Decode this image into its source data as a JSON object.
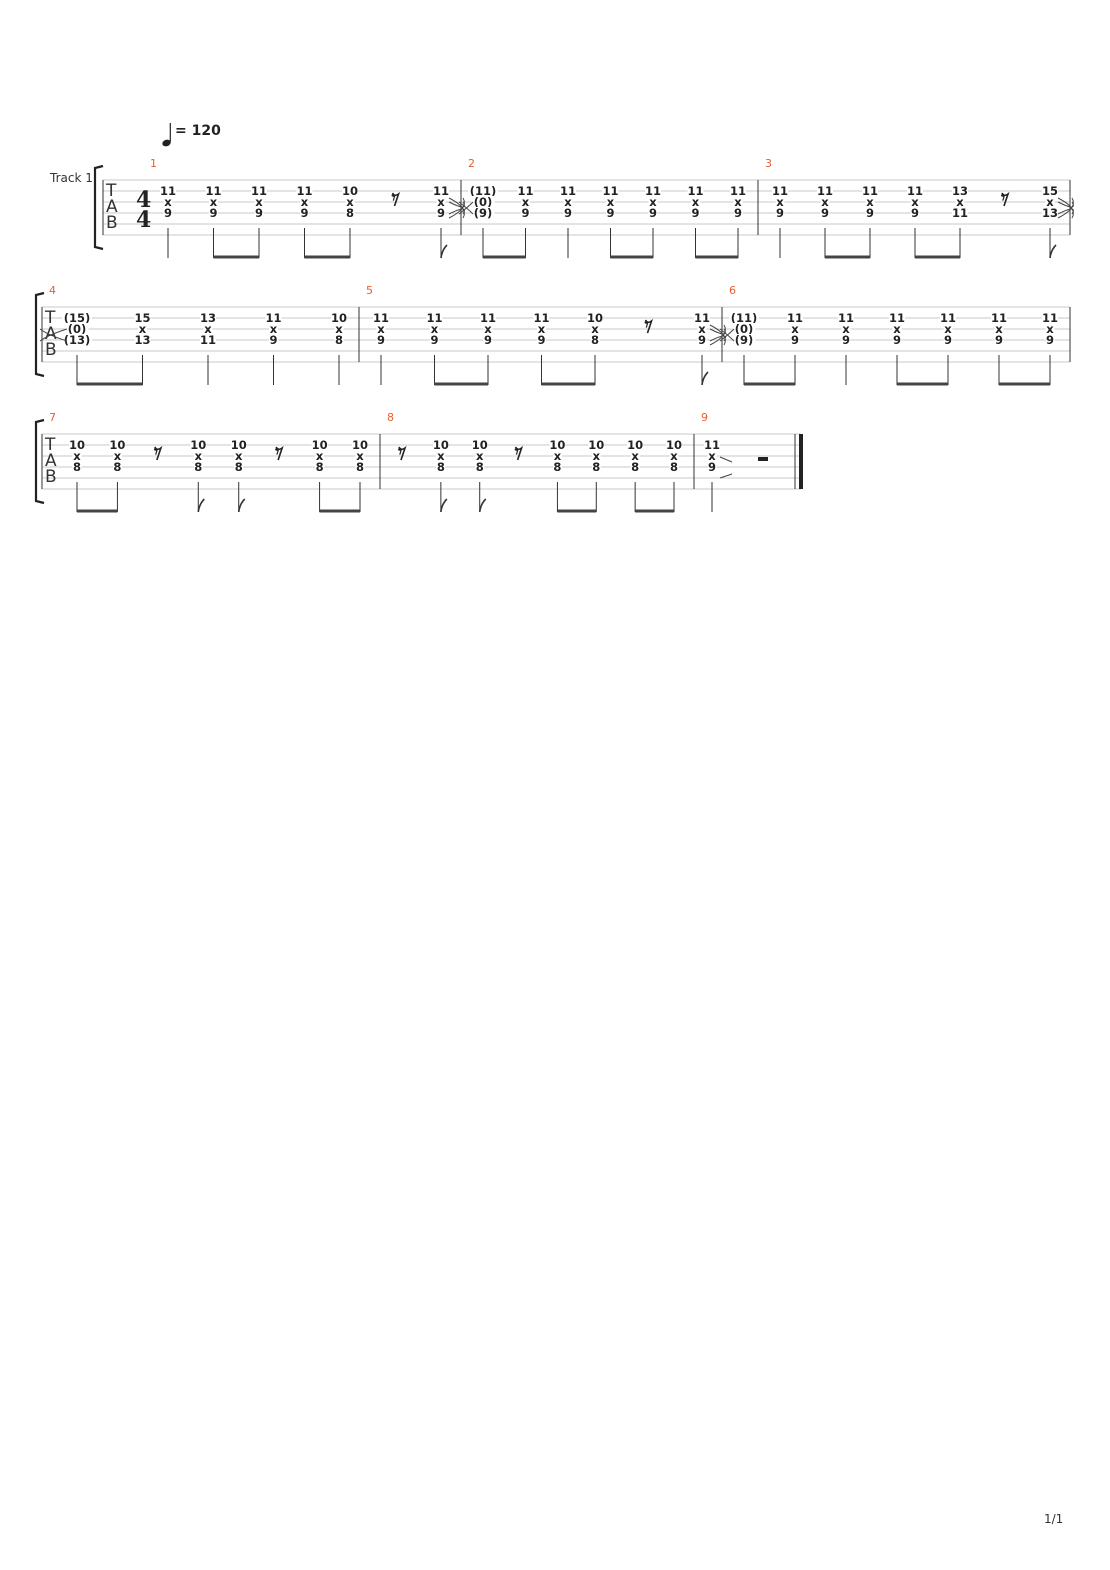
{
  "tempo": {
    "bpm": "120",
    "label": "= 120"
  },
  "track": {
    "name": "Track 1"
  },
  "time_signature": {
    "numerator": "4",
    "denominator": "4"
  },
  "tab_clef": [
    "T",
    "A",
    "B"
  ],
  "page_number": "1/1",
  "systems": [
    {
      "measures": [
        1,
        2,
        3
      ]
    },
    {
      "measures": [
        4,
        5,
        6
      ]
    },
    {
      "measures": [
        7,
        8,
        9
      ],
      "final_barline": true
    }
  ],
  "measures": [
    {
      "number": "1",
      "notes": [
        {
          "top": "11",
          "mid": "x",
          "bot": "9",
          "stem": "q"
        },
        {
          "top": "11",
          "mid": "x",
          "bot": "9",
          "stem": "b0"
        },
        {
          "top": "11",
          "mid": "x",
          "bot": "9",
          "stem": "b1"
        },
        {
          "top": "11",
          "mid": "x",
          "bot": "9",
          "stem": "b0"
        },
        {
          "top": "10",
          "mid": "x",
          "bot": "8",
          "stem": "b1"
        },
        {
          "rest": "eighth"
        },
        {
          "top": "11",
          "mid": "x",
          "bot": "9",
          "stem": "f",
          "slide_out": true
        }
      ]
    },
    {
      "number": "2",
      "notes": [
        {
          "top": "(11)",
          "mid": "(0)",
          "bot": "(9)",
          "stem": "b0",
          "slide_in": true
        },
        {
          "top": "11",
          "mid": "x",
          "bot": "9",
          "stem": "b1"
        },
        {
          "top": "11",
          "mid": "x",
          "bot": "9",
          "stem": "q"
        },
        {
          "top": "11",
          "mid": "x",
          "bot": "9",
          "stem": "b0"
        },
        {
          "top": "11",
          "mid": "x",
          "bot": "9",
          "stem": "b1"
        },
        {
          "top": "11",
          "mid": "x",
          "bot": "9",
          "stem": "b0"
        },
        {
          "top": "11",
          "mid": "x",
          "bot": "9",
          "stem": "b1"
        }
      ]
    },
    {
      "number": "3",
      "notes": [
        {
          "top": "11",
          "mid": "x",
          "bot": "9",
          "stem": "q"
        },
        {
          "top": "11",
          "mid": "x",
          "bot": "9",
          "stem": "b0"
        },
        {
          "top": "11",
          "mid": "x",
          "bot": "9",
          "stem": "b1"
        },
        {
          "top": "11",
          "mid": "x",
          "bot": "9",
          "stem": "b0"
        },
        {
          "top": "13",
          "mid": "x",
          "bot": "11",
          "stem": "b1"
        },
        {
          "rest": "eighth"
        },
        {
          "top": "15",
          "mid": "x",
          "bot": "13",
          "stem": "f",
          "slide_out": true
        }
      ]
    },
    {
      "number": "4",
      "notes": [
        {
          "top": "(15)",
          "mid": "(0)",
          "bot": "(13)",
          "stem": "b0",
          "slide_in": true
        },
        {
          "top": "15",
          "mid": "x",
          "bot": "13",
          "stem": "b1"
        },
        {
          "top": "13",
          "mid": "x",
          "bot": "11",
          "stem": "q"
        },
        {
          "top": "11",
          "mid": "x",
          "bot": "9",
          "stem": "q"
        },
        {
          "top": "10",
          "mid": "x",
          "bot": "8",
          "stem": "q"
        }
      ]
    },
    {
      "number": "5",
      "notes": [
        {
          "top": "11",
          "mid": "x",
          "bot": "9",
          "stem": "q"
        },
        {
          "top": "11",
          "mid": "x",
          "bot": "9",
          "stem": "b0"
        },
        {
          "top": "11",
          "mid": "x",
          "bot": "9",
          "stem": "b1"
        },
        {
          "top": "11",
          "mid": "x",
          "bot": "9",
          "stem": "b0"
        },
        {
          "top": "10",
          "mid": "x",
          "bot": "8",
          "stem": "b1"
        },
        {
          "rest": "eighth"
        },
        {
          "top": "11",
          "mid": "x",
          "bot": "9",
          "stem": "f",
          "slide_out": true
        }
      ]
    },
    {
      "number": "6",
      "notes": [
        {
          "top": "(11)",
          "mid": "(0)",
          "bot": "(9)",
          "stem": "b0",
          "slide_in": true
        },
        {
          "top": "11",
          "mid": "x",
          "bot": "9",
          "stem": "b1"
        },
        {
          "top": "11",
          "mid": "x",
          "bot": "9",
          "stem": "q"
        },
        {
          "top": "11",
          "mid": "x",
          "bot": "9",
          "stem": "b0"
        },
        {
          "top": "11",
          "mid": "x",
          "bot": "9",
          "stem": "b1"
        },
        {
          "top": "11",
          "mid": "x",
          "bot": "9",
          "stem": "b0"
        },
        {
          "top": "11",
          "mid": "x",
          "bot": "9",
          "stem": "b1"
        }
      ]
    },
    {
      "number": "7",
      "notes": [
        {
          "top": "10",
          "mid": "x",
          "bot": "8",
          "stem": "b0"
        },
        {
          "top": "10",
          "mid": "x",
          "bot": "8",
          "stem": "b1"
        },
        {
          "rest": "eighth"
        },
        {
          "top": "10",
          "mid": "x",
          "bot": "8",
          "stem": "f"
        },
        {
          "top": "10",
          "mid": "x",
          "bot": "8",
          "stem": "f"
        },
        {
          "rest": "eighth"
        },
        {
          "top": "10",
          "mid": "x",
          "bot": "8",
          "stem": "b0"
        },
        {
          "top": "10",
          "mid": "x",
          "bot": "8",
          "stem": "b1"
        }
      ]
    },
    {
      "number": "8",
      "notes": [
        {
          "rest": "eighth"
        },
        {
          "top": "10",
          "mid": "x",
          "bot": "8",
          "stem": "f"
        },
        {
          "top": "10",
          "mid": "x",
          "bot": "8",
          "stem": "f"
        },
        {
          "rest": "eighth"
        },
        {
          "top": "10",
          "mid": "x",
          "bot": "8",
          "stem": "b0"
        },
        {
          "top": "10",
          "mid": "x",
          "bot": "8",
          "stem": "b1"
        },
        {
          "top": "10",
          "mid": "x",
          "bot": "8",
          "stem": "b0"
        },
        {
          "top": "10",
          "mid": "x",
          "bot": "8",
          "stem": "b1"
        }
      ]
    },
    {
      "number": "9",
      "notes": [
        {
          "top": "11",
          "mid": "x",
          "bot": "9",
          "stem": "q",
          "slide_out_down": true
        },
        {
          "rest": "half"
        }
      ]
    }
  ]
}
